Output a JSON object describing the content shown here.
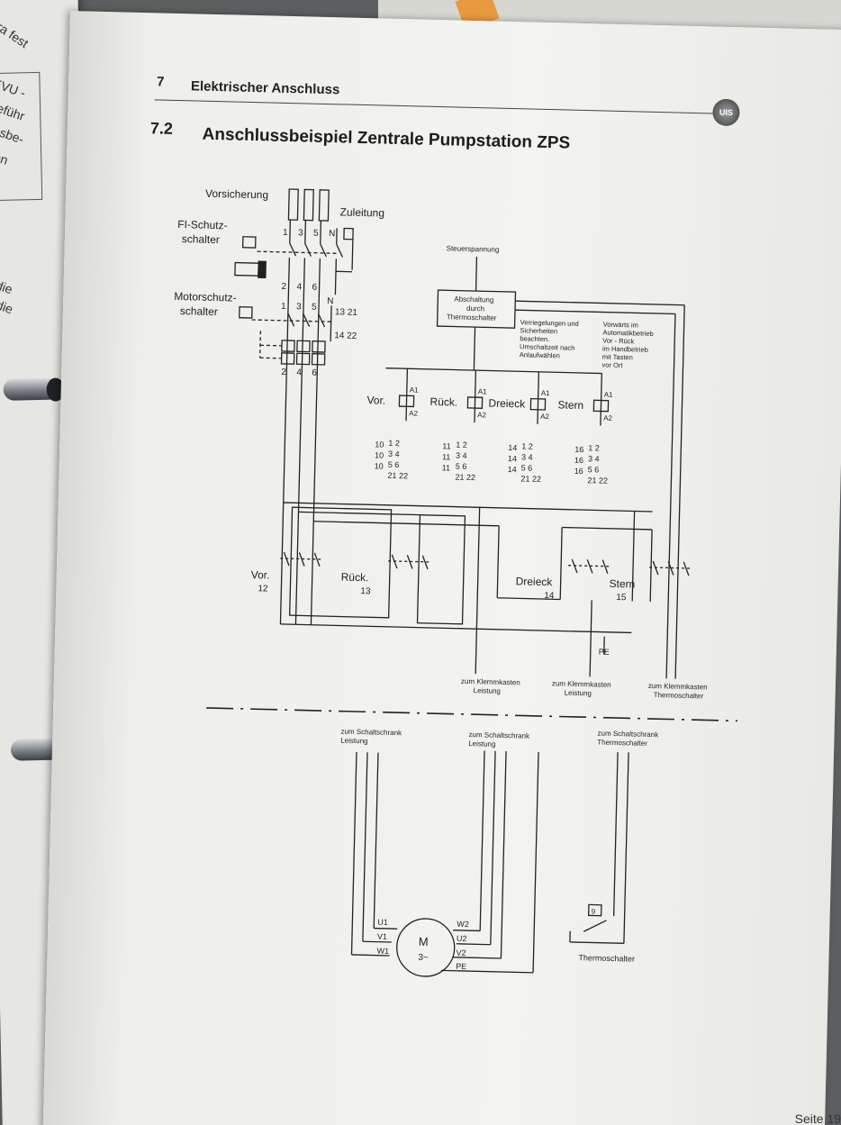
{
  "page": {
    "chapter_number": "7",
    "chapter_title": "Elektrischer Anschluss",
    "section_number": "7.2",
    "section_title": "Anschlussbeispiel Zentrale Pumpstation ZPS",
    "logo_text": "UIS",
    "page_number": "Seite 19"
  },
  "left_page": {
    "fragments": [
      "bra fest",
      "EVU -",
      "teführ",
      "ssbe-",
      "en",
      "die",
      "die"
    ]
  },
  "diagram": {
    "vorsicherung": "Vorsicherung",
    "zuleitung": "Zuleitung",
    "fi_schutz_1": "FI-Schutz-",
    "fi_schutz_2": "schalter",
    "motorschutz_1": "Motorschutz-",
    "motorschutz_2": "schalter",
    "term_top": [
      "1",
      "3",
      "5",
      "N"
    ],
    "term_mid": [
      "2",
      "4",
      "6",
      "N"
    ],
    "ms_top": [
      "1",
      "3",
      "5"
    ],
    "ms_bottom": [
      "2",
      "4",
      "6"
    ],
    "aux_top": "13 21",
    "aux_bottom": "14 22",
    "steuerspannung": "Steuerspannung",
    "abschaltung_1": "Abschaltung",
    "abschaltung_2": "durch",
    "abschaltung_3": "Thermoschalter",
    "note_left": [
      "Verriegelungen und",
      "Sicherheiten",
      "beachten.",
      "Umschaltzeit nach",
      "Anlaufwählen"
    ],
    "note_right": [
      "Vorwärts im",
      "Automatikbetrieb",
      "Vor - Rück",
      "im Handbetrieb",
      "mit Tasten",
      "vor Ort"
    ],
    "coils": [
      "Vor.",
      "Rück.",
      "Dreieck",
      "Stern"
    ],
    "coil_a1": "A1",
    "coil_a2": "A2",
    "contact_tables": [
      {
        "prefix": "10",
        "rows": [
          "1 2",
          "3 4",
          "5 6",
          "21 22"
        ]
      },
      {
        "prefix": "11",
        "rows": [
          "1 2",
          "3 4",
          "5 6",
          "21 22"
        ]
      },
      {
        "prefix": "14",
        "rows": [
          "1 2",
          "3 4",
          "5 6",
          "21 22"
        ]
      },
      {
        "prefix": "16",
        "rows": [
          "1 2",
          "3 4",
          "5 6",
          "21 22"
        ]
      }
    ],
    "contactors": [
      {
        "name": "Vor.",
        "num": "12"
      },
      {
        "name": "Rück.",
        "num": "13"
      },
      {
        "name": "Dreieck",
        "num": "14"
      },
      {
        "name": "Stern",
        "num": "15"
      }
    ],
    "pe": "PE",
    "klemm_leistung_1": [
      "zum Klemmkasten",
      "Leistung"
    ],
    "klemm_leistung_2": [
      "zum Klemmkasten",
      "Leistung"
    ],
    "klemm_thermo": [
      "zum Klemmkasten",
      "Thermoschalter"
    ],
    "schalt_leistung_1": [
      "zum Schaltschrank",
      "Leistung"
    ],
    "schalt_leistung_2": [
      "zum Schaltschrank",
      "Leistung"
    ],
    "schalt_thermo": [
      "zum Schaltschrank",
      "Thermoschalter"
    ],
    "motor_m": "M",
    "motor_phase": "3~",
    "motor_left": [
      "U1",
      "V1",
      "W1"
    ],
    "motor_right": [
      "W2",
      "U2",
      "V2",
      "PE"
    ],
    "thermo_symbol": "9",
    "thermoschalter": "Thermoschalter"
  }
}
